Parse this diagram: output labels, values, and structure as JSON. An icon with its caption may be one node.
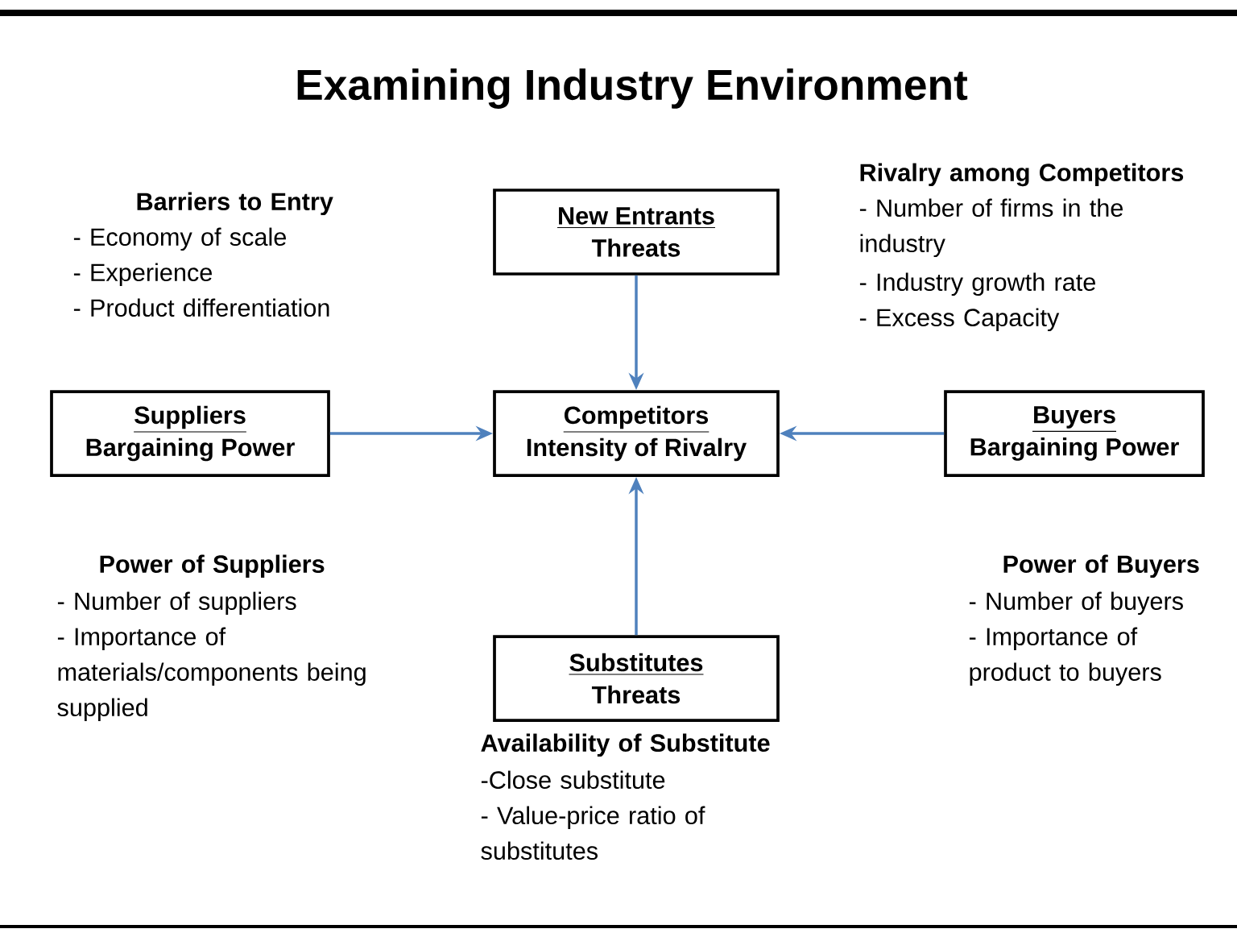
{
  "diagram": {
    "title": "Examining Industry Environment",
    "nodes": [
      {
        "text": [
          "New Entrants",
          "Threats"
        ]
      },
      {
        "text": [
          "Suppliers",
          "Bargaining Power"
        ]
      },
      {
        "text": [
          "Competitors",
          "Intensity of Rivalry"
        ]
      },
      {
        "text": [
          "Buyers",
          "Bargaining Power"
        ]
      },
      {
        "text": [
          "Substitutes",
          "Threats"
        ]
      }
    ],
    "edges": [
      {
        "from": 0,
        "to": 2,
        "arrow": "to"
      },
      {
        "from": 1,
        "to": 2,
        "arrow": "to"
      },
      {
        "from": 3,
        "to": 2,
        "arrow": "to"
      },
      {
        "from": 4,
        "to": 2,
        "arrow": "to"
      }
    ],
    "labels": [
      "Rivalry among Competitors",
      "Barriers to Entry",
      "- Number of firms in the industry",
      "- Economy of scale",
      "- Experience",
      "- Industry growth rate",
      "- Product differentiation",
      "- Excess Capacity",
      "Power of Suppliers",
      "Power of Buyers",
      "- Number of suppliers",
      "- Number of buyers",
      "- Importance of materials/components being supplied",
      "- Importance of product to buyers",
      "Availability of Substitute",
      "-Close substitute",
      "- Value-price ratio of substitutes"
    ]
  }
}
